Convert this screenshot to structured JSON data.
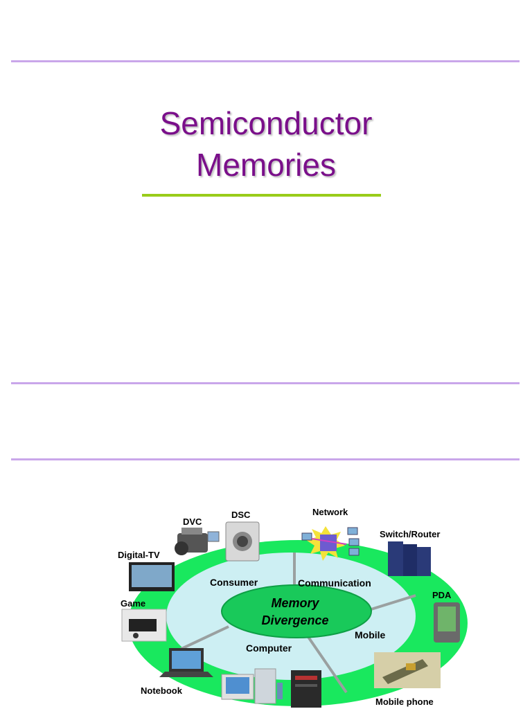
{
  "slide": {
    "title_line1": "Semiconductor",
    "title_line2": "Memories"
  },
  "diagram": {
    "center_line1": "Memory",
    "center_line2": "Divergence",
    "segments": [
      "Consumer",
      "Communication",
      "Mobile",
      "Computer"
    ],
    "devices": {
      "dvc": "DVC",
      "dsc": "DSC",
      "network": "Network",
      "switch_router": "Switch/Router",
      "digital_tv": "Digital-TV",
      "pda": "PDA",
      "game": "Game",
      "notebook": "Notebook",
      "mobile_phone": "Mobile phone"
    },
    "colors": {
      "outer_ring": "#19e85e",
      "inner_ring": "#cdeff3",
      "center": "#19c95a",
      "rule": "#c9a6ea",
      "title": "#7a0f8a",
      "title_underline": "#99cc1a"
    }
  }
}
